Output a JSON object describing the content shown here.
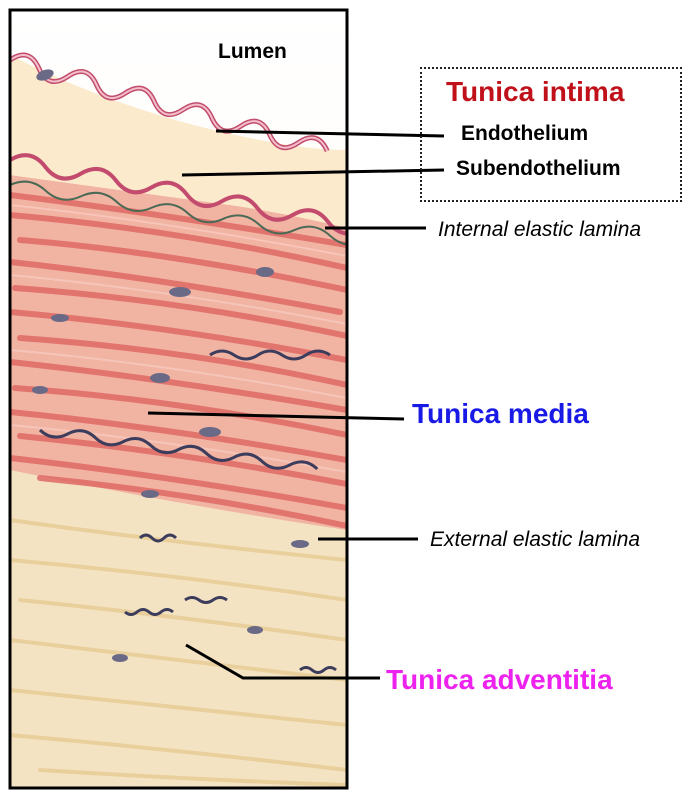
{
  "labels": {
    "lumen": "Lumen",
    "tunica_intima": "Tunica intima",
    "endothelium": "Endothelium",
    "subendothelium": "Subendothelium",
    "internal_elastic_lamina": "Internal elastic lamina",
    "tunica_media": "Tunica media",
    "external_elastic_lamina": "External elastic lamina",
    "tunica_adventitia": "Tunica adventitia"
  },
  "colors": {
    "tunica_intima": "#c0101a",
    "tunica_media": "#1a1ae6",
    "tunica_adventitia": "#ee22ee",
    "leader_line": "#000000",
    "muscle_fiber": "#e8736e",
    "connective_tissue": "#f3dfb8",
    "nucleus": "#6a6a86"
  }
}
